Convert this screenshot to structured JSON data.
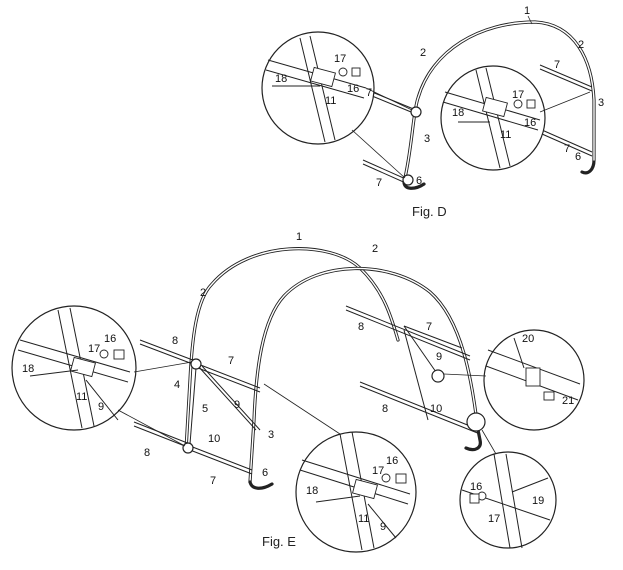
{
  "figures": {
    "fig_d": {
      "caption": "Fig. D"
    },
    "fig_e": {
      "caption": "Fig. E"
    }
  },
  "labels": {
    "l1": "1",
    "l2": "2",
    "l3": "3",
    "l4": "4",
    "l5": "5",
    "l6": "6",
    "l7": "7",
    "l8": "8",
    "l9": "9",
    "l10": "10",
    "l11": "11",
    "l16": "16",
    "l17": "17",
    "l18": "18",
    "l19": "19",
    "l20": "20",
    "l21": "21"
  }
}
